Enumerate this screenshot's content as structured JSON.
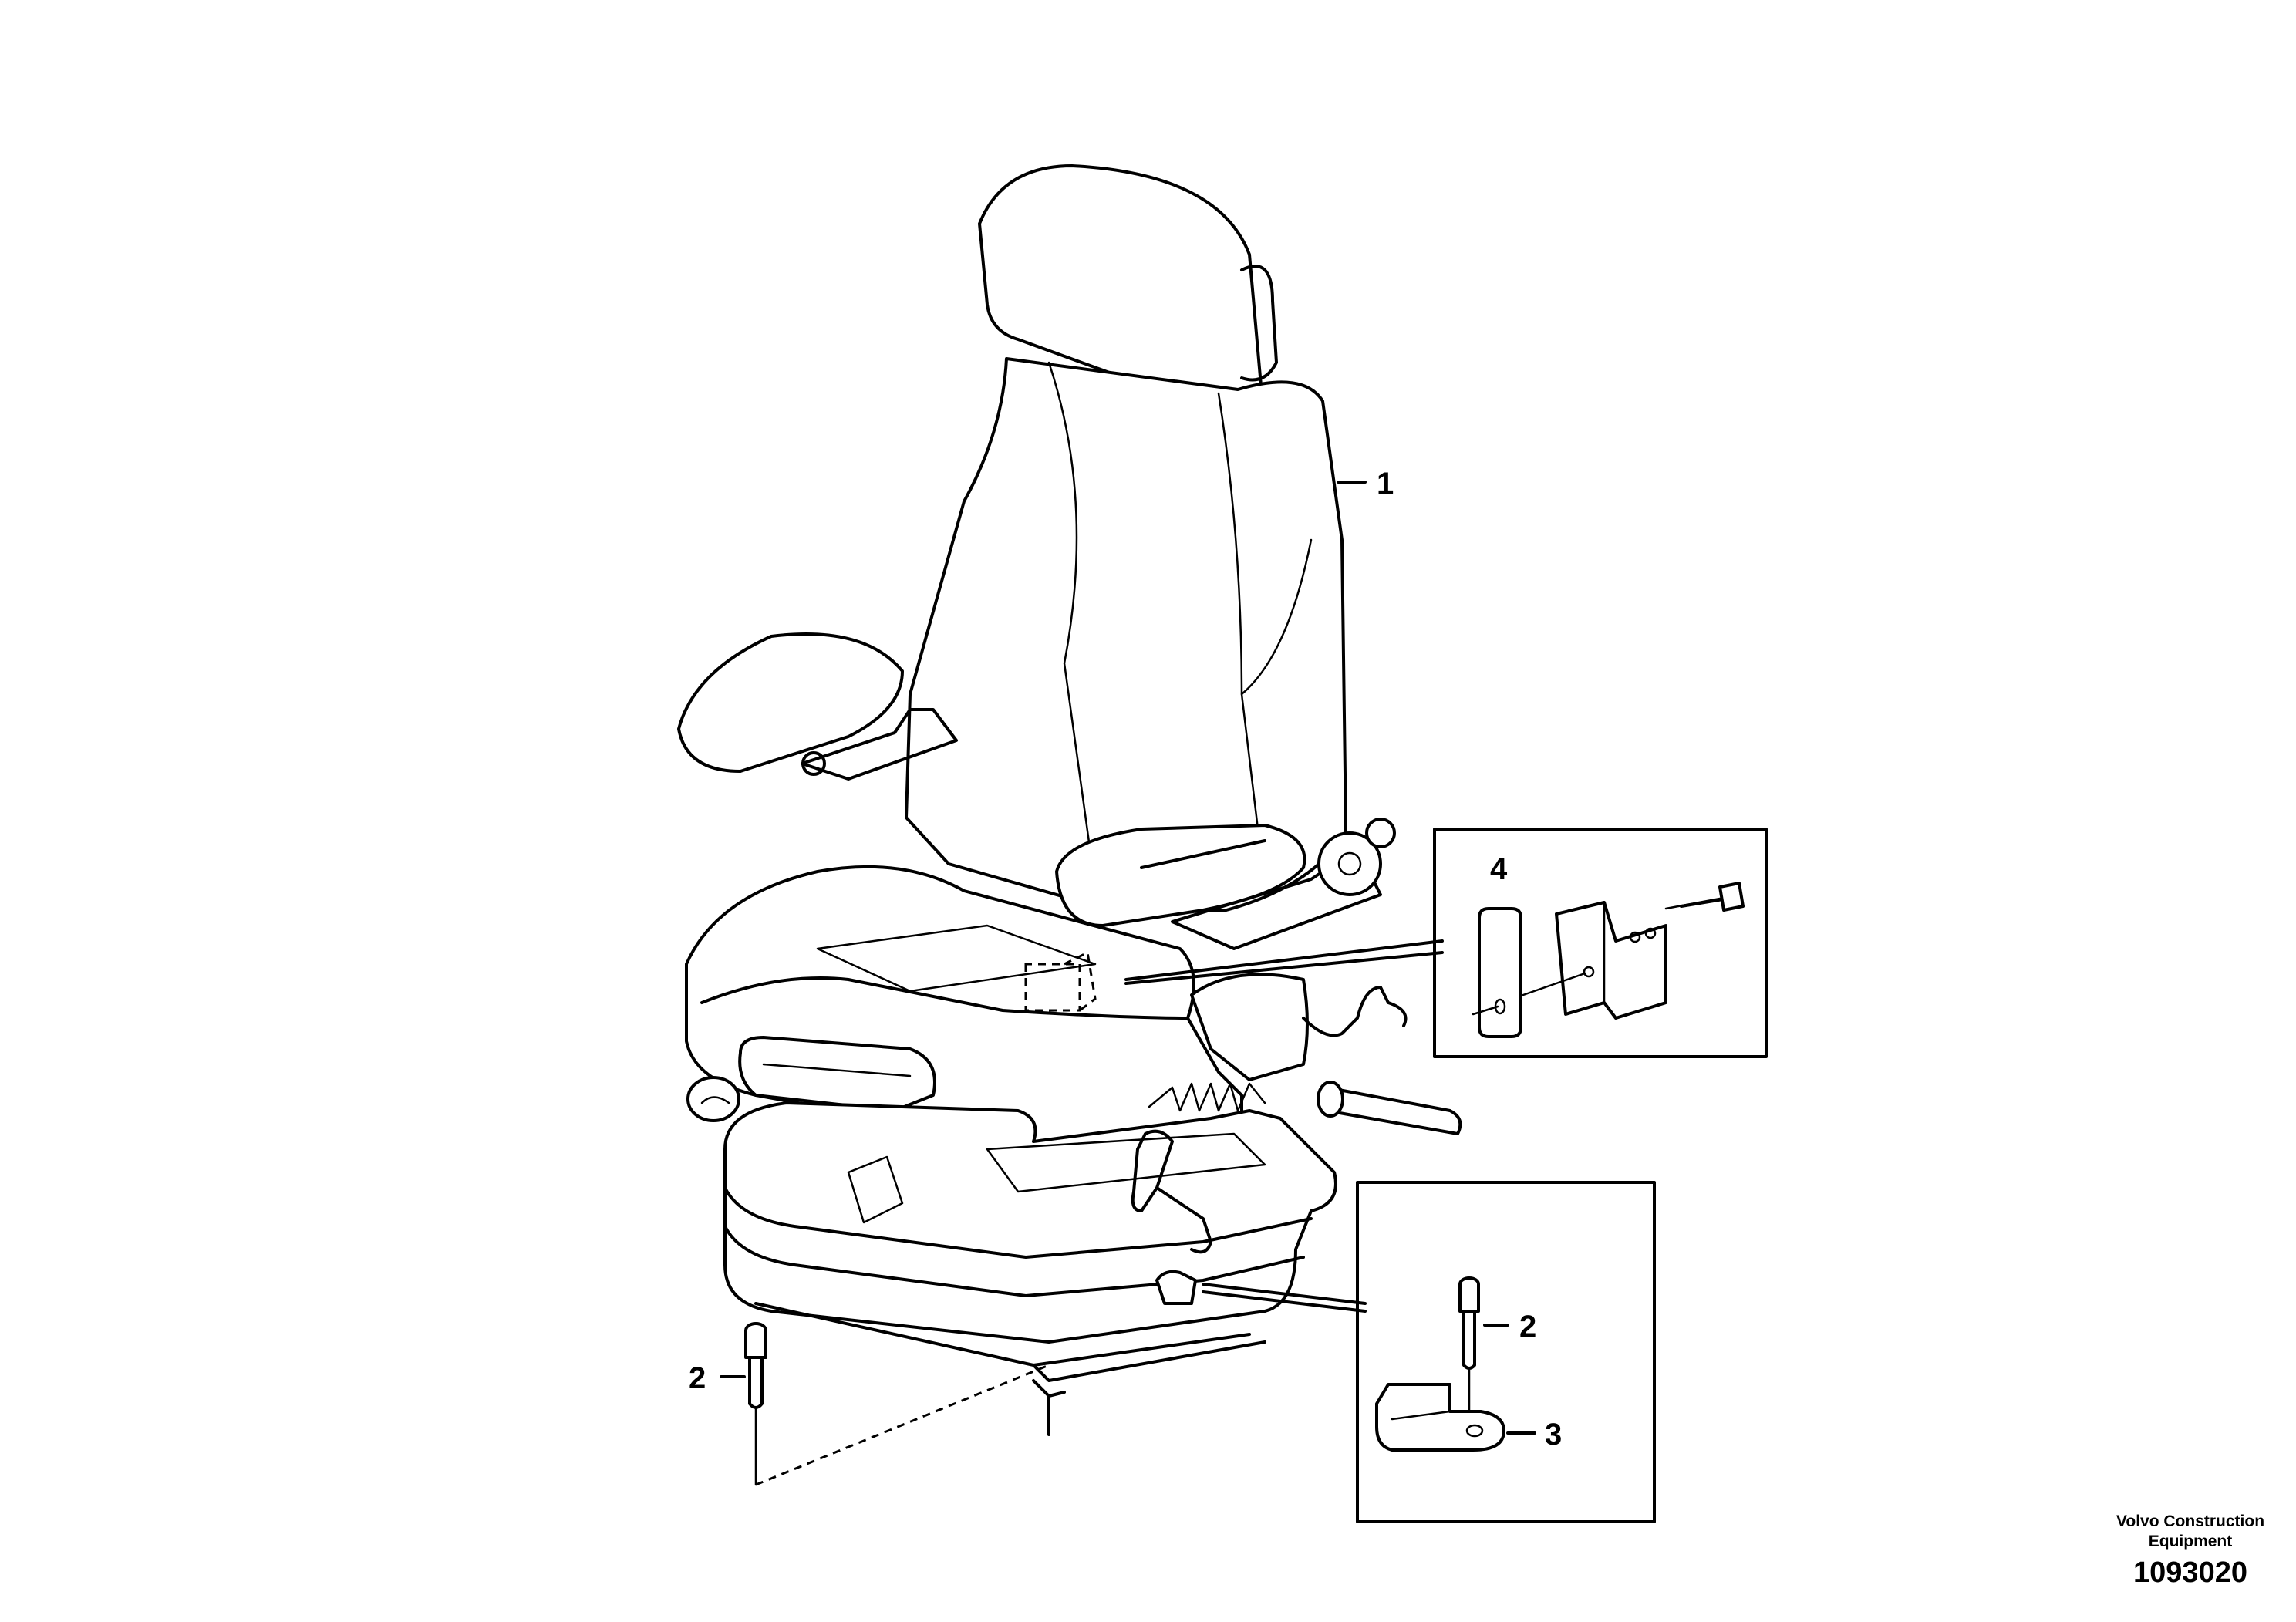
{
  "callouts": {
    "item1": "1",
    "item2_left": "2",
    "item2_detail": "2",
    "item3": "3",
    "item4": "4"
  },
  "footer": {
    "publisher_line1": "Volvo Construction",
    "publisher_line2": "Equipment",
    "drawing_number": "1093020"
  }
}
